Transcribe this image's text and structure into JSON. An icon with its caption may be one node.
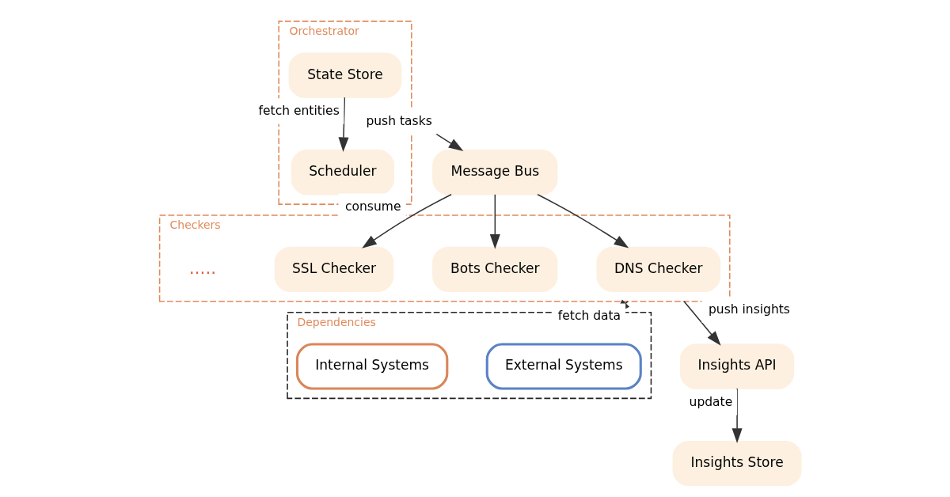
{
  "diagram": {
    "nodes": [
      {
        "text": [
          "Orchestrator"
        ]
      },
      {
        "text": [
          "State Store"
        ],
        "in": 0
      },
      {
        "text": [
          "Scheduler"
        ],
        "in": 0
      },
      {
        "text": [
          "Message Bus"
        ]
      },
      {
        "text": [
          "Checkers"
        ]
      },
      {
        "text": [
          "DNS Checker"
        ],
        "in": 4
      },
      {
        "text": [
          "Bots Checker"
        ],
        "in": 4
      },
      {
        "text": [
          "SSL Checker"
        ],
        "in": 4
      },
      {
        "text": [
          "Dependencies"
        ]
      },
      {
        "text": [
          "External Systems"
        ],
        "in": 8
      },
      {
        "text": [
          "Internal Systems"
        ],
        "in": 8
      },
      {
        "text": [
          "Insights API"
        ]
      },
      {
        "text": [
          "Insights Store"
        ]
      }
    ],
    "edges": [
      {
        "from": 1,
        "to": 2,
        "arrow": "to",
        "label": "fetch entities"
      },
      {
        "from": 0,
        "to": 3,
        "arrow": "to",
        "label": "push tasks"
      },
      {
        "from": 3,
        "to": 5,
        "arrow": "to"
      },
      {
        "from": 3,
        "to": 6,
        "arrow": "to"
      },
      {
        "from": 3,
        "to": 7,
        "arrow": "to",
        "label": "consume"
      },
      {
        "from": 4,
        "to": 8,
        "arrow": "to",
        "label": "fetch data"
      },
      {
        "from": 4,
        "to": 11,
        "arrow": "to",
        "label": "push insights"
      },
      {
        "from": 11,
        "to": 12,
        "arrow": "to",
        "label": "update"
      }
    ],
    "labels": [
      "....."
    ]
  }
}
